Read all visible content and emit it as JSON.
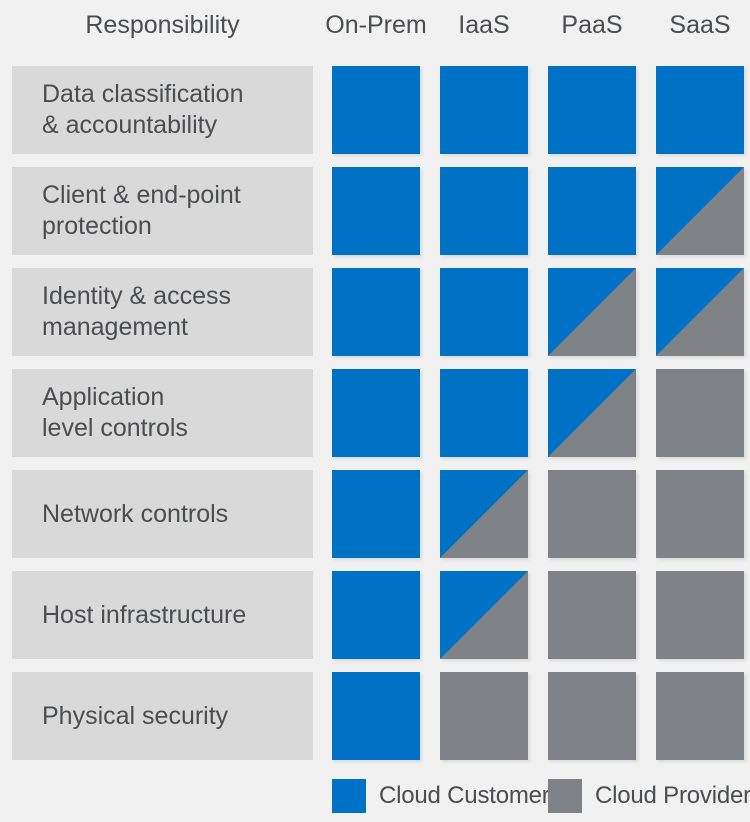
{
  "palette": {
    "customer_blue": "#0072C6",
    "provider_gray": "#7F8287",
    "row_label_bg": "#D9D9DA",
    "page_bg": "#F1F1F2",
    "text": "#4B4D4F"
  },
  "header": {
    "responsibility": "Responsibility",
    "columns": [
      {
        "label": "On-Prem"
      },
      {
        "label": "IaaS"
      },
      {
        "label": "PaaS"
      },
      {
        "label": "SaaS"
      }
    ]
  },
  "matrix": {
    "cell_states_legend": "customer = blue square, provider = gray square, shared = diagonal split (blue top-left / gray bottom-right)",
    "rows": [
      {
        "label_lines": [
          "Data classification",
          "& accountability"
        ],
        "cells": [
          "customer",
          "customer",
          "customer",
          "customer"
        ]
      },
      {
        "label_lines": [
          "Client & end-point",
          "protection"
        ],
        "cells": [
          "customer",
          "customer",
          "customer",
          "shared"
        ]
      },
      {
        "label_lines": [
          "Identity & access",
          "management"
        ],
        "cells": [
          "customer",
          "customer",
          "shared",
          "shared"
        ]
      },
      {
        "label_lines": [
          "Application",
          "level controls"
        ],
        "cells": [
          "customer",
          "customer",
          "shared",
          "provider"
        ]
      },
      {
        "label_lines": [
          "Network controls"
        ],
        "cells": [
          "customer",
          "shared",
          "provider",
          "provider"
        ]
      },
      {
        "label_lines": [
          "Host infrastructure"
        ],
        "cells": [
          "customer",
          "shared",
          "provider",
          "provider"
        ]
      },
      {
        "label_lines": [
          "Physical security"
        ],
        "cells": [
          "customer",
          "provider",
          "provider",
          "provider"
        ]
      }
    ]
  },
  "legend": {
    "entries": [
      {
        "label": "Cloud Customer",
        "type": "customer"
      },
      {
        "label": "Cloud Provider",
        "type": "provider"
      }
    ]
  }
}
